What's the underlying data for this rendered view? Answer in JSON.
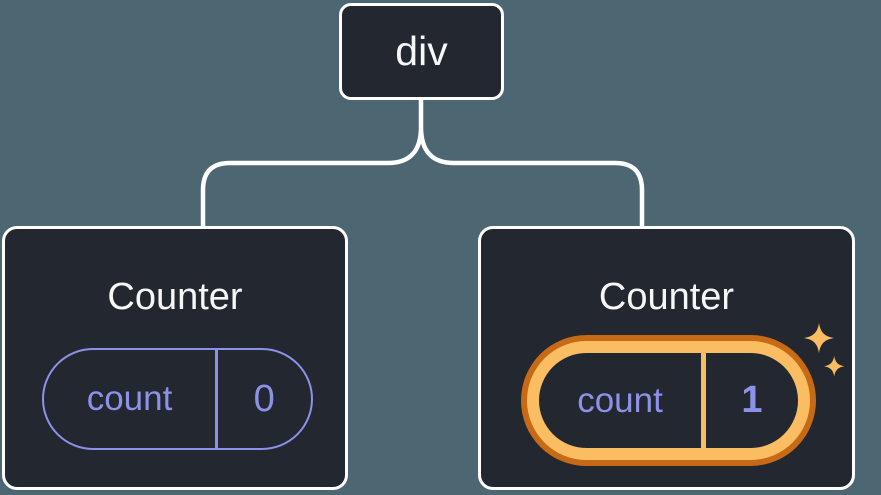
{
  "tree": {
    "root": {
      "label": "div"
    },
    "children": [
      {
        "title": "Counter",
        "state": {
          "name": "count",
          "value": "0"
        },
        "highlighted": false
      },
      {
        "title": "Counter",
        "state": {
          "name": "count",
          "value": "1"
        },
        "highlighted": true
      }
    ]
  },
  "icons": {
    "sparkles": "sparkles-icon"
  },
  "colors": {
    "background": "#4C6771",
    "card_background": "#23272F",
    "card_border": "#FFFFFF",
    "connector": "#FFFFFF",
    "title_text": "#F6F7F9",
    "state_accent_purple": "#8B92E8",
    "highlight_ring_outer": "#C76A15",
    "highlight_ring_inner": "#FABD62",
    "sparkle": "#FABD62"
  }
}
